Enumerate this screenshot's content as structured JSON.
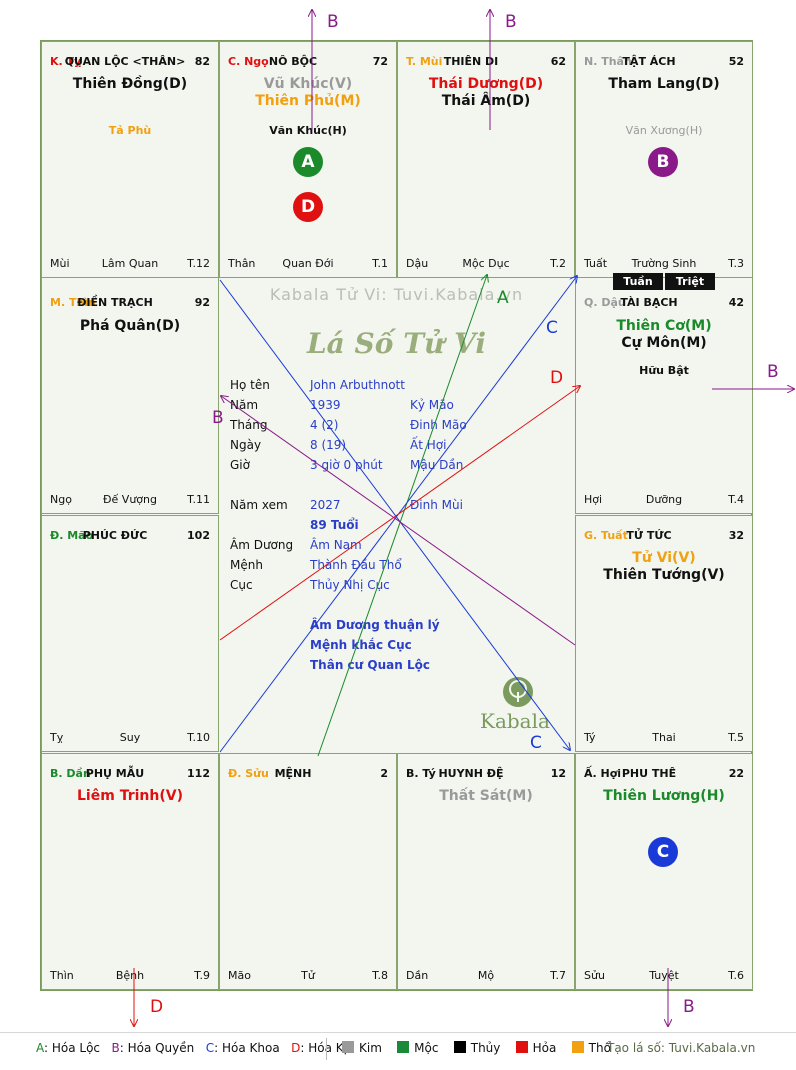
{
  "brand": "Kabala Tử Vi: Tuvi.Kabala.vn",
  "title": "Lá Số Tử Vi",
  "logo_text": "Kabala",
  "palaces": [
    {
      "can": "K. Tỵ",
      "name": "QUAN LỘC <THÂN>",
      "num": "82",
      "stars": [
        "Thiên Đồng(D)"
      ],
      "minor": [
        "Tả Phù"
      ],
      "foot": [
        "Mùi",
        "Lâm Quan",
        "T.12"
      ]
    },
    {
      "can": "C. Ngọ",
      "name": "NÔ BỘC",
      "num": "72",
      "stars": [
        "Vũ Khúc(V)",
        "Thiên Phủ(M)"
      ],
      "minor": [
        "Văn Khúc(H)"
      ],
      "foot": [
        "Thân",
        "Quan Đới",
        "T.1"
      ]
    },
    {
      "can": "T. Mùi",
      "name": "THIÊN DI",
      "num": "62",
      "stars": [
        "Thái Dương(D)",
        "Thái Âm(D)"
      ],
      "minor": [],
      "foot": [
        "Dậu",
        "Mộc Dục",
        "T.2"
      ]
    },
    {
      "can": "N. Thân",
      "name": "TẬT ÁCH",
      "num": "52",
      "stars": [
        "Tham Lang(D)"
      ],
      "minor": [
        "Văn Xương(H)"
      ],
      "foot": [
        "Tuất",
        "Trường Sinh",
        "T.3"
      ]
    },
    {
      "can": "Q. Dậu",
      "name": "TÀI BẠCH",
      "num": "42",
      "stars": [
        "Thiên Cơ(M)",
        "Cự Môn(M)"
      ],
      "minor": [
        "Hữu Bật"
      ],
      "foot": [
        "Hợi",
        "Dưỡng",
        "T.4"
      ]
    },
    {
      "can": "G. Tuất",
      "name": "TỬ TỨC",
      "num": "32",
      "stars": [
        "Tử Vi(V)",
        "Thiên Tướng(V)"
      ],
      "minor": [],
      "foot": [
        "Tý",
        "Thai",
        "T.5"
      ]
    },
    {
      "can": "Ấ. Hợi",
      "name": "PHU THÊ",
      "num": "22",
      "stars": [
        "Thiên Lương(H)"
      ],
      "minor": [],
      "foot": [
        "Sửu",
        "Tuyệt",
        "T.6"
      ]
    },
    {
      "can": "B. Tý",
      "name": "HUYNH ĐỆ",
      "num": "12",
      "stars": [
        "Thất Sát(M)"
      ],
      "minor": [],
      "foot": [
        "Dần",
        "Mộ",
        "T.7"
      ]
    },
    {
      "can": "Đ. Sửu",
      "name": "MỆNH",
      "num": "2",
      "stars": [],
      "minor": [],
      "foot": [
        "Mão",
        "Tử",
        "T.8"
      ]
    },
    {
      "can": "B. Dần",
      "name": "PHỤ MẪU",
      "num": "112",
      "stars": [
        "Liêm Trinh(V)"
      ],
      "minor": [],
      "foot": [
        "Thìn",
        "Bệnh",
        "T.9"
      ]
    },
    {
      "can": "Đ. Mão",
      "name": "PHÚC ĐỨC",
      "num": "102",
      "stars": [],
      "minor": [],
      "foot": [
        "Tỵ",
        "Suy",
        "T.10"
      ]
    },
    {
      "can": "M. Thìn",
      "name": "ĐIỀN TRẠCH",
      "num": "92",
      "stars": [
        "Phá Quân(D)"
      ],
      "minor": [],
      "foot": [
        "Ngọ",
        "Đế Vượng",
        "T.11"
      ]
    }
  ],
  "tuan": "Tuần",
  "triet": "Triệt",
  "info": [
    {
      "label": "Họ tên",
      "v1": "John Arbuthnott",
      "v2": ""
    },
    {
      "label": "Năm",
      "v1": "1939",
      "v2": "Kỷ Mão"
    },
    {
      "label": "Tháng",
      "v1": "4  (2)",
      "v2": "Đinh Mão"
    },
    {
      "label": "Ngày",
      "v1": "8  (19)",
      "v2": "Ất Hợi"
    },
    {
      "label": "Giờ",
      "v1": "3 giờ 0 phút",
      "v2": "Mậu Dần"
    },
    {
      "label": "Năm xem",
      "v1": "2027",
      "v2": "Đinh Mùi"
    },
    {
      "label": "",
      "v1": "89 Tuổi",
      "v2": ""
    },
    {
      "label": "Âm Dương",
      "v1": "Âm Nam",
      "v2": ""
    },
    {
      "label": "Mệnh",
      "v1": "Thành Đầu Thổ",
      "v2": ""
    },
    {
      "label": "Cục",
      "v1": "Thủy Nhị Cục",
      "v2": ""
    }
  ],
  "notes": [
    "Âm Dương thuận lý",
    "Mệnh khắc Cục",
    "Thân cư Quan Lộc"
  ],
  "badges": [
    "A",
    "D",
    "B",
    "C"
  ],
  "arrow_labels": {
    "a": "A",
    "b": "B",
    "c": "C",
    "d": "D"
  },
  "legend": {
    "hoa": [
      {
        "key": "A",
        "text": "Hóa Lộc",
        "color": "#1a8a2a"
      },
      {
        "key": "B",
        "text": "Hóa Quyền",
        "color": "#8a1a8a"
      },
      {
        "key": "C",
        "text": "Hóa Khoa",
        "color": "#1a3ad8"
      },
      {
        "key": "D",
        "text": "Hóa Kị",
        "color": "#e01010"
      }
    ],
    "elements": [
      {
        "name": "Kim",
        "color": "#9a9a9a"
      },
      {
        "name": "Mộc",
        "color": "#1a8a3a"
      },
      {
        "name": "Thủy",
        "color": "#000000"
      },
      {
        "name": "Hỏa",
        "color": "#e01010"
      },
      {
        "name": "Thổ",
        "color": "#f0a010"
      }
    ],
    "footer": "Tạo lá số: Tuvi.Kabala.vn"
  },
  "colors": {
    "hoa_loc": "#1a8a2a",
    "hoa_quyen": "#8a1a8a",
    "hoa_khoa": "#1a3ad8",
    "hoa_ki": "#e01010",
    "frame": "#7a9a5e"
  }
}
